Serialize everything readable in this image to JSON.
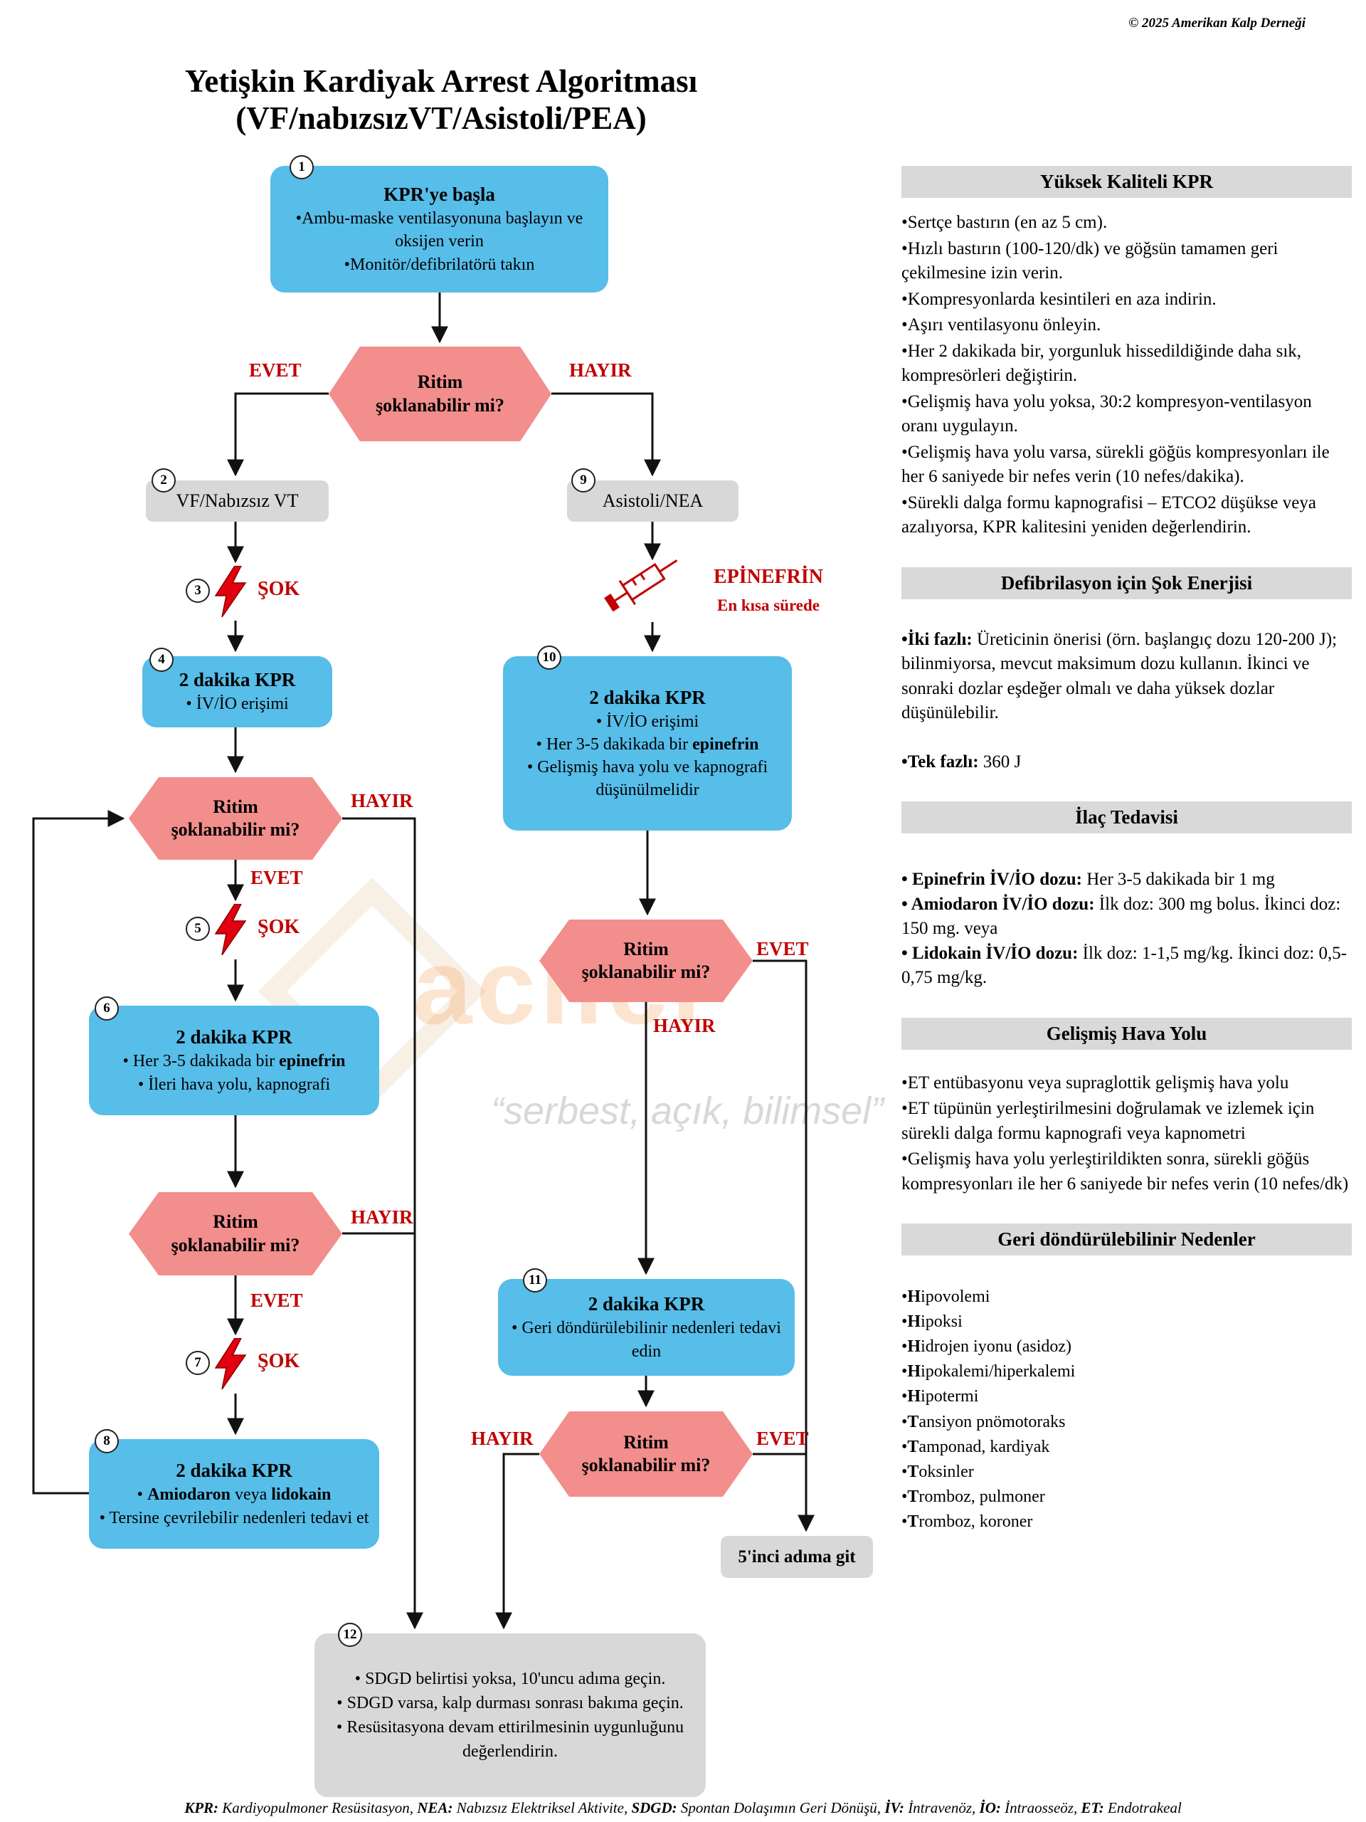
{
  "page": {
    "copyright": "© 2025 Amerikan Kalp Derneği",
    "title": "Yetişkin Kardiyak Arrest Algoritması (VF/nabızsızVT/Asistoli/PEA)"
  },
  "labels": {
    "yes": "EVET",
    "no": "HAYIR",
    "shock": "ŞOK",
    "rhythm1": "Ritim",
    "rhythm2": "şoklanabilir mi?",
    "epi1": "EPİNEFRİN",
    "epi2": "En kısa sürede",
    "goto5": "5'inci adıma git"
  },
  "flow": {
    "step1": {
      "num": "1",
      "title": "KPR'ye başla",
      "line1": "•Ambu-maske ventilasyonuna başlayın ve oksijen verin",
      "line2": "•Monitör/defibrilatörü takın"
    },
    "step2": {
      "num": "2",
      "label": "VF/Nabızsız VT"
    },
    "step3": {
      "num": "3"
    },
    "step4": {
      "num": "4",
      "title": "2 dakika KPR",
      "line1": "• İV/İO erişimi"
    },
    "step5": {
      "num": "5"
    },
    "step6": {
      "num": "6",
      "title": "2 dakika KPR",
      "line1_pre": "• Her 3-5 dakikada bir ",
      "line1_bold": "epinefrin",
      "line2": "• İleri hava yolu, kapnografi"
    },
    "step7": {
      "num": "7"
    },
    "step8": {
      "num": "8",
      "title": "2 dakika KPR",
      "line1_pre": "• ",
      "line1_bold1": "Amiodaron",
      "line1_mid": " veya ",
      "line1_bold2": "lidokain",
      "line2": "• Tersine çevrilebilir nedenleri tedavi et"
    },
    "step9": {
      "num": "9",
      "label": "Asistoli/NEA"
    },
    "step10": {
      "num": "10",
      "title": "2 dakika KPR",
      "line1": "• İV/İO erişimi",
      "line2_pre": "• Her 3-5 dakikada bir ",
      "line2_bold": "epinefrin",
      "line3": "• Gelişmiş hava yolu ve kapnografi düşünülmelidir"
    },
    "step11": {
      "num": "11",
      "title": "2 dakika KPR",
      "line1": "• Geri döndürülebilinir nedenleri tedavi edin"
    },
    "step12": {
      "num": "12",
      "line1": "• SDGD belirtisi yoksa, 10'uncu adıma geçin.",
      "line2": "• SDGD varsa, kalp durması sonrası bakıma geçin.",
      "line3": "• Resüsitasyona devam ettirilmesinin uygunluğunu değerlendirin."
    }
  },
  "panel": {
    "kpr": {
      "title": "Yüksek Kaliteli KPR",
      "bullets": [
        "Sertçe bastırın (en az 5 cm).",
        "Hızlı bastırın (100-120/dk) ve göğsün tamamen geri çekilmesine izin verin.",
        "Kompresyonlarda kesintileri en aza indirin.",
        "Aşırı ventilasyonu önleyin.",
        "Her 2 dakikada bir, yorgunluk hissedildiğinde daha sık, kompresörleri değiştirin.",
        "Gelişmiş hava yolu yoksa, 30:2 kompresyon-ventilasyon oranı uygulayın.",
        "Gelişmiş hava yolu varsa, sürekli göğüs kompresyonları ile her 6 saniyede bir nefes verin (10 nefes/dakika).",
        "Sürekli dalga formu kapnografisi – ETCO2 düşükse veya azalıyorsa, KPR kalitesini yeniden değerlendirin."
      ]
    },
    "shock_energy": {
      "title": "Defibrilasyon için Şok Enerjisi",
      "items": [
        {
          "b": "•İki fazlı:",
          "t": " Üreticinin önerisi (örn. başlangıç dozu 120-200 J); bilinmiyorsa, mevcut maksimum dozu kullanın. İkinci ve sonraki dozlar eşdeğer olmalı ve daha yüksek dozlar düşünülebilir."
        },
        {
          "b": "•Tek fazlı:",
          "t": " 360 J"
        }
      ]
    },
    "drugs": {
      "title": "İlaç Tedavisi",
      "items": [
        {
          "b": "• Epinefrin İV/İO dozu:",
          "t": " Her 3-5 dakikada bir 1 mg"
        },
        {
          "b": "• Amiodaron İV/İO dozu:",
          "t": " İlk doz: 300 mg bolus. İkinci doz: 150 mg. veya"
        },
        {
          "b": "• Lidokain İV/İO dozu:",
          "t": " İlk doz: 1-1,5 mg/kg. İkinci doz: 0,5-0,75 mg/kg."
        }
      ]
    },
    "airway": {
      "title": "Gelişmiş Hava Yolu",
      "bullets": [
        "ET entübasyonu veya supraglottik gelişmiş hava yolu",
        "ET tüpünün yerleştirilmesini doğrulamak ve izlemek için sürekli dalga formu kapnografi veya kapnometri",
        "Gelişmiş hava yolu yerleştirildikten sonra, sürekli göğüs kompresyonları ile her 6 saniyede bir nefes verin (10 nefes/dk)"
      ]
    },
    "causes": {
      "title": "Geri döndürülebilinir Nedenler",
      "items": [
        {
          "b": "H",
          "t": "ipovolemi"
        },
        {
          "b": "H",
          "t": "ipoksi"
        },
        {
          "b": "H",
          "t": "idrojen iyonu (asidoz)"
        },
        {
          "b": "H",
          "t": "ipokalemi/hiperkalemi"
        },
        {
          "b": "H",
          "t": "ipotermi"
        },
        {
          "b": "T",
          "t": "ansiyon pnömotoraks"
        },
        {
          "b": "T",
          "t": "amponad, kardiyak"
        },
        {
          "b": "T",
          "t": "oksinler"
        },
        {
          "b": "T",
          "t": "romboz, pulmoner"
        },
        {
          "b": "T",
          "t": "romboz, koroner"
        }
      ]
    }
  },
  "watermark": {
    "brand": "acilci",
    "slogan": "“serbest, açık, bilimsel”"
  },
  "footer": {
    "pairs": [
      {
        "b": "KPR:",
        "t": " Kardiyopulmoner Resüsitasyon, "
      },
      {
        "b": "NEA:",
        "t": " Nabızsız Elektriksel Aktivite, "
      },
      {
        "b": "SDGD:",
        "t": " Spontan Dolaşımın Geri Dönüşü, "
      },
      {
        "b": "İV:",
        "t": " İntravenöz, "
      },
      {
        "b": "İO:",
        "t": " İntraosseöz, "
      },
      {
        "b": "ET:",
        "t": " Endotrakeal"
      }
    ]
  },
  "colors": {
    "blue": "#57BDE9",
    "pink": "#F28E8C",
    "gray": "#D8D8D8",
    "red": "#C00000"
  }
}
